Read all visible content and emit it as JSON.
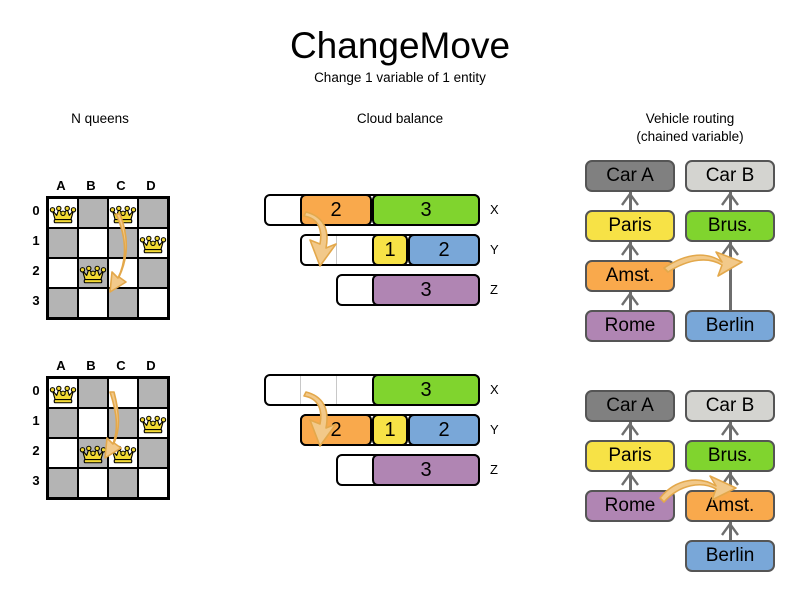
{
  "header": {
    "title": "ChangeMove",
    "subtitle": "Change 1 variable of 1 entity"
  },
  "sections": [
    {
      "id": "n-queens",
      "label": "N queens"
    },
    {
      "id": "cloud-balance",
      "label": "Cloud balance"
    },
    {
      "id": "vehicle-routing",
      "label": "Vehicle routing\n(chained variable)",
      "line1": "Vehicle routing",
      "line2": "(chained variable)"
    }
  ],
  "colors": {
    "orange": "#F9A94C",
    "green": "#80D42E",
    "yellow": "#F7E246",
    "blue": "#79A7D8",
    "purple": "#B085B3",
    "gray_dark": "#808080",
    "gray_light": "#D4D4D0",
    "queen_gold": "#F2D935",
    "arrow": "#E3A84B",
    "arrow_fill": "#F2C98A",
    "board_dark": "#B4B4B4",
    "board_light": "#FFFFFF"
  },
  "nqueens": {
    "columns": [
      "A",
      "B",
      "C",
      "D"
    ],
    "rows": [
      "0",
      "1",
      "2",
      "3"
    ],
    "before": {
      "queens": [
        {
          "col": "A",
          "row": "0"
        },
        {
          "col": "C",
          "row": "0"
        },
        {
          "col": "D",
          "row": "1"
        },
        {
          "col": "B",
          "row": "2"
        }
      ],
      "move": {
        "from_col": "C",
        "from_row": "0",
        "to_col": "C",
        "to_row": "2"
      }
    },
    "after": {
      "queens": [
        {
          "col": "A",
          "row": "0"
        },
        {
          "col": "D",
          "row": "1"
        },
        {
          "col": "B",
          "row": "2"
        },
        {
          "col": "C",
          "row": "2"
        }
      ],
      "move": {
        "from_col": "C",
        "from_row": "0",
        "to_col": "C",
        "to_row": "2"
      }
    }
  },
  "cloud_balance": {
    "computer_labels": [
      "X",
      "Y",
      "Z"
    ],
    "before": {
      "computers": [
        {
          "label": "X",
          "processes": [
            {
              "value": "2",
              "color": "orange",
              "units": 2
            },
            {
              "value": "3",
              "color": "green",
              "units": 3
            }
          ],
          "free_units": 1
        },
        {
          "label": "Y",
          "processes": [
            {
              "value": "1",
              "color": "yellow",
              "units": 1
            },
            {
              "value": "2",
              "color": "blue",
              "units": 2
            }
          ],
          "free_units": 2
        },
        {
          "label": "Z",
          "processes": [
            {
              "value": "3",
              "color": "purple",
              "units": 3
            }
          ],
          "free_units": 1
        }
      ]
    },
    "after": {
      "computers": [
        {
          "label": "X",
          "processes": [
            {
              "value": "3",
              "color": "green",
              "units": 3
            }
          ],
          "free_units": 3
        },
        {
          "label": "Y",
          "processes": [
            {
              "value": "2",
              "color": "orange",
              "units": 2
            },
            {
              "value": "1",
              "color": "yellow",
              "units": 1
            },
            {
              "value": "2",
              "color": "blue",
              "units": 2
            }
          ],
          "free_units": 0
        },
        {
          "label": "Z",
          "processes": [
            {
              "value": "3",
              "color": "purple",
              "units": 3
            }
          ],
          "free_units": 1
        }
      ]
    }
  },
  "vehicle_routing": {
    "before": {
      "chains": [
        {
          "vehicle": "Car A",
          "vehicle_color": "gray_dark",
          "stops": [
            {
              "name": "Paris",
              "color": "yellow"
            },
            {
              "name": "Amst.",
              "color": "orange"
            },
            {
              "name": "Rome",
              "color": "purple"
            }
          ]
        },
        {
          "vehicle": "Car B",
          "vehicle_color": "gray_light",
          "stops": [
            {
              "name": "Brus.",
              "color": "green"
            },
            {
              "name": "Berlin",
              "color": "blue"
            }
          ]
        }
      ],
      "moving_stop": "Amst."
    },
    "after": {
      "chains": [
        {
          "vehicle": "Car A",
          "vehicle_color": "gray_dark",
          "stops": [
            {
              "name": "Paris",
              "color": "yellow"
            },
            {
              "name": "Rome",
              "color": "purple"
            }
          ]
        },
        {
          "vehicle": "Car B",
          "vehicle_color": "gray_light",
          "stops": [
            {
              "name": "Brus.",
              "color": "green"
            },
            {
              "name": "Amst.",
              "color": "orange"
            },
            {
              "name": "Berlin",
              "color": "blue"
            }
          ]
        }
      ],
      "moving_stop": "Amst."
    }
  }
}
